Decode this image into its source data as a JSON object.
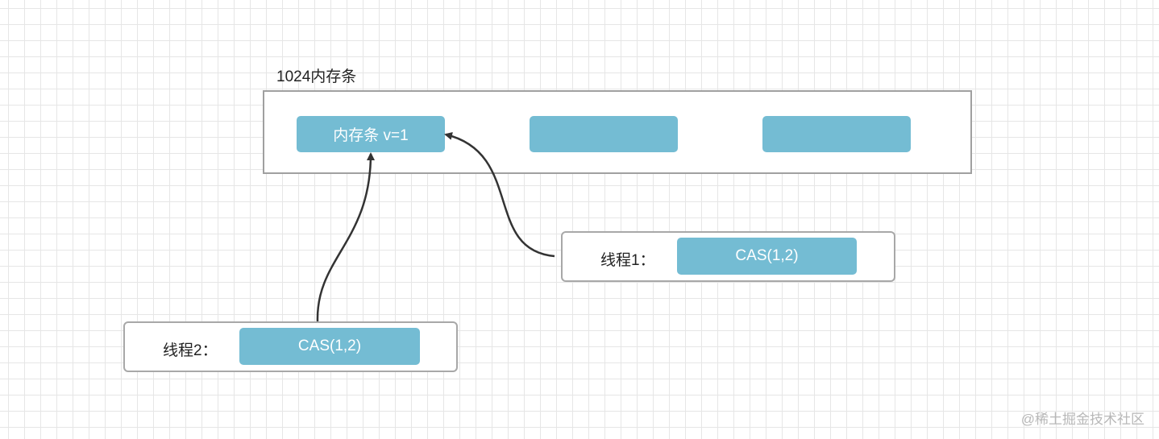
{
  "memory": {
    "title": "1024内存条",
    "cells": [
      {
        "label": "内存条 v=1"
      },
      {
        "label": ""
      },
      {
        "label": ""
      }
    ]
  },
  "threads": [
    {
      "label": "线程1：",
      "op": "CAS(1,2)"
    },
    {
      "label": "线程2：",
      "op": "CAS(1,2)"
    }
  ],
  "watermark": "@稀土掘金技术社区",
  "colors": {
    "cell_fill": "#74bcd3",
    "border": "#a0a0a0",
    "arrow": "#333333"
  }
}
